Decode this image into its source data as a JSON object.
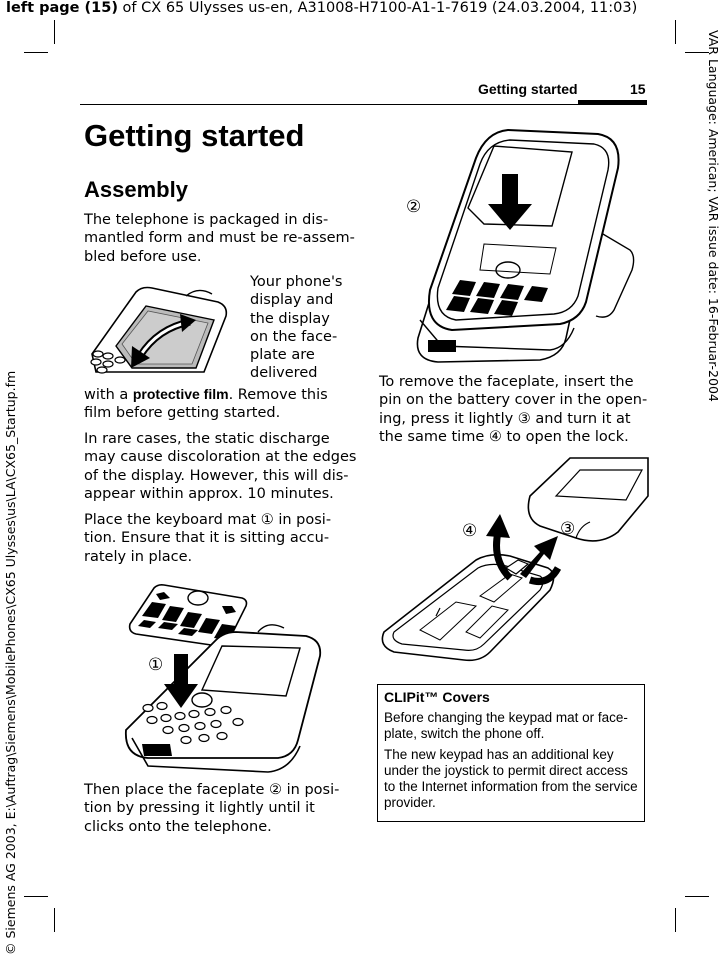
{
  "slug": {
    "bold": "left page (15)",
    "rest": " of CX 65 Ulysses us-en, A31008-H7100-A1-1-7619 (24.03.2004, 11:03)"
  },
  "side_right": "VAR Language: American; VAR issue date: 16-Februar-2004",
  "side_left": "© Siemens AG 2003, E:\\Auftrag\\Siemens\\MobilePhones\\CX65 Ulysses\\us\\LA\\CX65_Startup.fm",
  "header": {
    "section": "Getting started",
    "page": "15"
  },
  "title": "Getting started",
  "subtitle": "Assembly",
  "paragraphs": {
    "p1": [
      "The telephone is packaged in dis-",
      "mantled form and must be re-assem-",
      "bled before use."
    ],
    "p2_right": [
      "Your phone's",
      "display and",
      "the display",
      "on the face-",
      "plate are",
      "delivered"
    ],
    "p2_tail_prefix": "with a ",
    "p2_keyword": "protective film",
    "p2_tail_suffix": ". Remove this",
    "p2_tail2": "film before getting started.",
    "p3": [
      "In rare cases, the static discharge",
      "may cause discoloration at the edges",
      "of the display. However, this will dis-",
      "appear within approx. 10 minutes."
    ],
    "p4": [
      "Place the keyboard mat ① in posi-",
      "tion. Ensure that it is sitting accu-",
      "rately in place."
    ],
    "p5": [
      "Then place the faceplate ② in posi-",
      "tion by pressing it lightly until it",
      "clicks onto the telephone."
    ],
    "p6": [
      "To remove the faceplate, insert the",
      "pin on the battery cover in the open-",
      "ing, press it lightly ③ and turn it at",
      "the same time ④ to open the lock."
    ]
  },
  "figure_labels": {
    "one": "①",
    "two": "②",
    "three": "③",
    "four": "④"
  },
  "callout": {
    "title": "CLIPit™ Covers",
    "p1": "Before changing the keypad mat or face-plate, switch the phone off.",
    "p2": "The new keypad has an additional key under the joystick to permit direct access to the Internet information from the service provider."
  }
}
